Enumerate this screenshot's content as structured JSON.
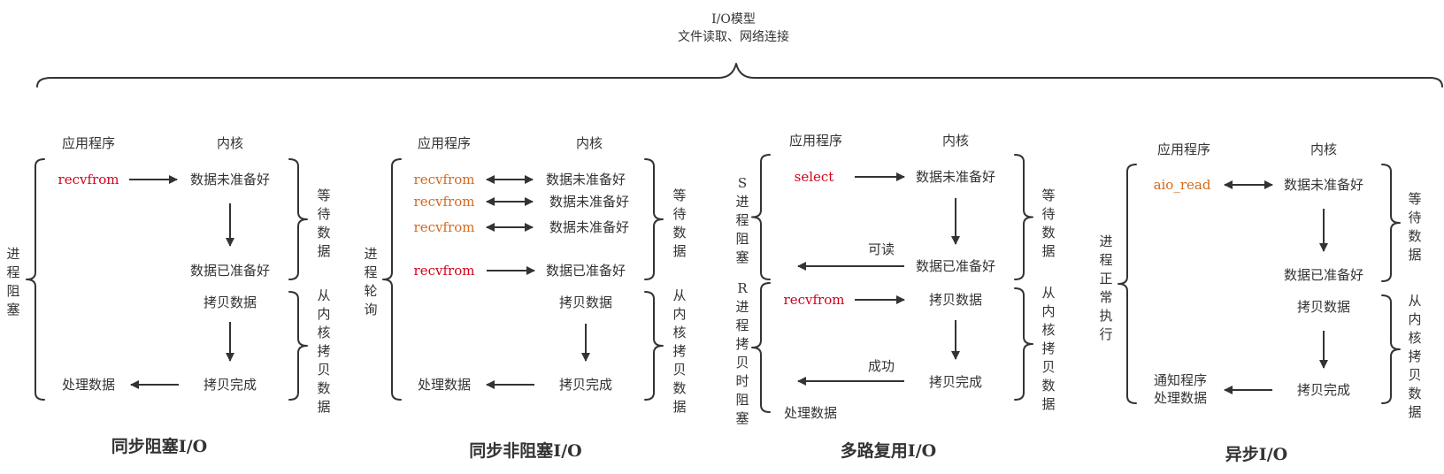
{
  "header": {
    "title": "I/O模型",
    "subtitle": "文件读取、网络连接"
  },
  "colors": {
    "stroke": "#333333",
    "red": "#d0021b",
    "orange": "#d4691a"
  },
  "models": [
    {
      "title": "同步阻塞I/O",
      "app_label": "应用程序",
      "kernel_label": "内核",
      "state": "进程阻塞",
      "calls": [
        "recvfrom"
      ],
      "kernel_steps": [
        "数据未准备好",
        "数据已准备好",
        "拷贝数据",
        "拷贝完成"
      ],
      "result": "处理数据",
      "wait_label": "等待数据",
      "copy_label": "从内核拷贝数据"
    },
    {
      "title": "同步非阻塞I/O",
      "app_label": "应用程序",
      "kernel_label": "内核",
      "state": "进程轮询",
      "calls": [
        "recvfrom",
        "recvfrom",
        "recvfrom",
        "recvfrom"
      ],
      "kernel_steps": [
        "数据未准备好",
        "数据未准备好",
        "数据未准备好",
        "数据已准备好",
        "拷贝数据",
        "拷贝完成"
      ],
      "result": "处理数据",
      "wait_label": "等待数据",
      "copy_label": "从内核拷贝数据"
    },
    {
      "title": "多路复用I/O",
      "app_label": "应用程序",
      "kernel_label": "内核",
      "state_select": "S进程阻塞",
      "state_recv": "R进程拷贝时阻塞",
      "calls": [
        "select",
        "recvfrom"
      ],
      "kernel_steps": [
        "数据未准备好",
        "数据已准备好",
        "拷贝数据",
        "拷贝完成"
      ],
      "readable": "可读",
      "success": "成功",
      "result": "处理数据",
      "wait_label": "等待数据",
      "copy_label": "从内核拷贝数据"
    },
    {
      "title": "异步I/O",
      "app_label": "应用程序",
      "kernel_label": "内核",
      "state": "进程正常执行",
      "calls": [
        "aio_read"
      ],
      "kernel_steps": [
        "数据未准备好",
        "数据已准备好",
        "拷贝数据",
        "拷贝完成"
      ],
      "result_line1": "通知程序",
      "result_line2": "处理数据",
      "wait_label": "等待数据",
      "copy_label": "从内核拷贝数据"
    }
  ]
}
